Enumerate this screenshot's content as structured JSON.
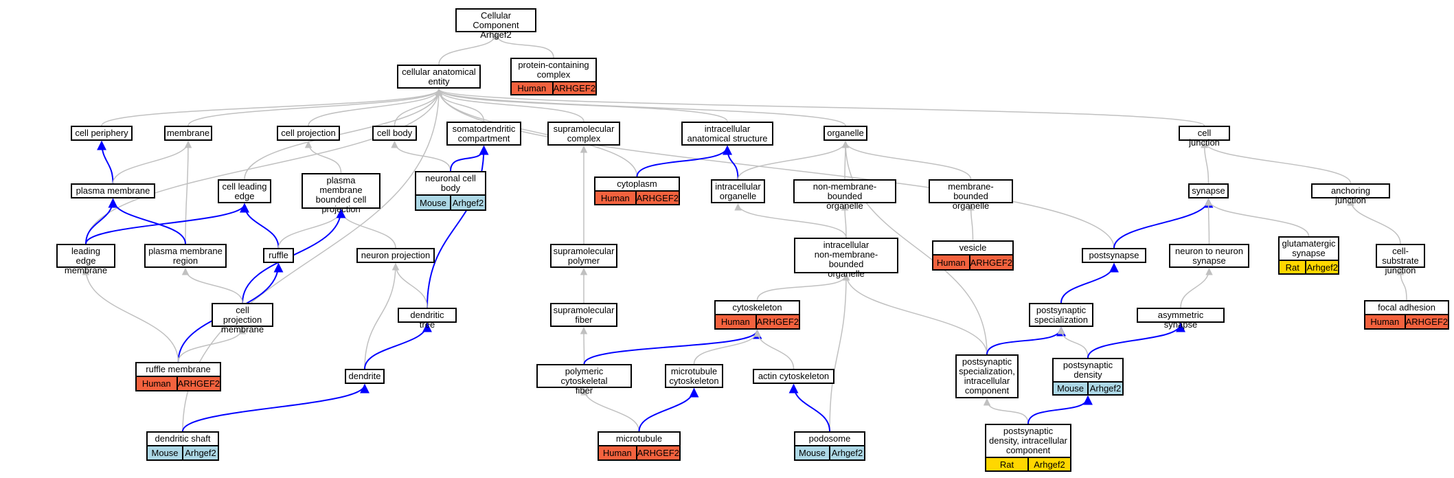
{
  "nodes": {
    "root": {
      "label": "Cellular Component\nArhgef2"
    },
    "protein_complex": {
      "label": "protein-containing\ncomplex",
      "tags": [
        {
          "species": "Human",
          "gene": "ARHGEF2"
        }
      ]
    },
    "cae": {
      "label": "cellular anatomical\nentity"
    },
    "cell_periphery": {
      "label": "cell periphery"
    },
    "membrane": {
      "label": "membrane"
    },
    "cell_projection": {
      "label": "cell projection"
    },
    "cell_body": {
      "label": "cell body"
    },
    "somatodendritic": {
      "label": "somatodendritic\ncompartment"
    },
    "supramolecular_complex": {
      "label": "supramolecular\ncomplex"
    },
    "intracellular_struct": {
      "label": "intracellular\nanatomical structure"
    },
    "organelle": {
      "label": "organelle"
    },
    "cell_junction": {
      "label": "cell junction"
    },
    "plasma_membrane": {
      "label": "plasma membrane"
    },
    "cell_leading_edge": {
      "label": "cell leading\nedge"
    },
    "pm_bounded_proj": {
      "label": "plasma membrane\nbounded cell\nprojection"
    },
    "neuronal_cell_body": {
      "label": "neuronal cell\nbody",
      "tags": [
        {
          "species": "Mouse",
          "gene": "Arhgef2"
        }
      ]
    },
    "cytoplasm": {
      "label": "cytoplasm",
      "tags": [
        {
          "species": "Human",
          "gene": "ARHGEF2"
        }
      ]
    },
    "intracellular_organelle": {
      "label": "intracellular\norganelle"
    },
    "non_membrane_bounded_organelle": {
      "label": "non-membrane-bounded\norganelle"
    },
    "membrane_bounded_organelle": {
      "label": "membrane-bounded\norganelle"
    },
    "synapse": {
      "label": "synapse"
    },
    "anchoring_junction": {
      "label": "anchoring junction"
    },
    "leading_edge_membrane": {
      "label": "leading edge\nmembrane"
    },
    "pm_region": {
      "label": "plasma membrane\nregion"
    },
    "ruffle": {
      "label": "ruffle"
    },
    "neuron_projection": {
      "label": "neuron projection"
    },
    "supramolecular_polymer": {
      "label": "supramolecular\npolymer"
    },
    "intracellular_nmbo": {
      "label": "intracellular\nnon-membrane-bounded\norganelle"
    },
    "vesicle": {
      "label": "vesicle",
      "tags": [
        {
          "species": "Human",
          "gene": "ARHGEF2"
        }
      ]
    },
    "postsynapse": {
      "label": "postsynapse"
    },
    "neuron_to_neuron": {
      "label": "neuron to neuron\nsynapse"
    },
    "glutamatergic": {
      "label": "glutamatergic\nsynapse",
      "tags": [
        {
          "species": "Rat",
          "gene": "Arhgef2"
        }
      ]
    },
    "cell_substrate_junction": {
      "label": "cell-substrate\njunction"
    },
    "cell_projection_membrane": {
      "label": "cell projection\nmembrane"
    },
    "dendritic_tree": {
      "label": "dendritic tree"
    },
    "supramolecular_fiber": {
      "label": "supramolecular\nfiber"
    },
    "cytoskeleton": {
      "label": "cytoskeleton",
      "tags": [
        {
          "species": "Human",
          "gene": "ARHGEF2"
        }
      ]
    },
    "postsynaptic_spec": {
      "label": "postsynaptic\nspecialization"
    },
    "asymmetric_synapse": {
      "label": "asymmetric synapse"
    },
    "focal_adhesion": {
      "label": "focal adhesion",
      "tags": [
        {
          "species": "Human",
          "gene": "ARHGEF2"
        }
      ]
    },
    "ruffle_membrane": {
      "label": "ruffle membrane",
      "tags": [
        {
          "species": "Human",
          "gene": "ARHGEF2"
        }
      ]
    },
    "dendrite": {
      "label": "dendrite"
    },
    "polymeric_cytoskeletal_fiber": {
      "label": "polymeric cytoskeletal\nfiber"
    },
    "microtubule_cytoskeleton": {
      "label": "microtubule\ncytoskeleton"
    },
    "actin_cytoskeleton": {
      "label": "actin cytoskeleton"
    },
    "psd_intracellular_component": {
      "label": "postsynaptic\nspecialization,\nintracellular\ncomponent"
    },
    "postsynaptic_density": {
      "label": "postsynaptic\ndensity",
      "tags": [
        {
          "species": "Mouse",
          "gene": "Arhgef2"
        }
      ]
    },
    "dendritic_shaft": {
      "label": "dendritic shaft",
      "tags": [
        {
          "species": "Mouse",
          "gene": "Arhgef2"
        }
      ]
    },
    "microtubule": {
      "label": "microtubule",
      "tags": [
        {
          "species": "Human",
          "gene": "ARHGEF2"
        }
      ]
    },
    "podosome": {
      "label": "podosome",
      "tags": [
        {
          "species": "Mouse",
          "gene": "Arhgef2"
        }
      ]
    },
    "psd_intracellular": {
      "label": "postsynaptic\ndensity, intracellular\ncomponent",
      "tags": [
        {
          "species": "Rat",
          "gene": "Arhgef2"
        }
      ]
    }
  },
  "edges": [
    {
      "from": "protein_complex",
      "to": "root",
      "type": "is_a"
    },
    {
      "from": "cae",
      "to": "root",
      "type": "is_a"
    },
    {
      "from": "cell_periphery",
      "to": "cae",
      "type": "is_a"
    },
    {
      "from": "membrane",
      "to": "cae",
      "type": "is_a"
    },
    {
      "from": "cell_projection",
      "to": "cae",
      "type": "is_a"
    },
    {
      "from": "cell_body",
      "to": "cae",
      "type": "is_a"
    },
    {
      "from": "somatodendritic",
      "to": "cae",
      "type": "is_a"
    },
    {
      "from": "supramolecular_complex",
      "to": "cae",
      "type": "is_a"
    },
    {
      "from": "intracellular_struct",
      "to": "cae",
      "type": "is_a"
    },
    {
      "from": "organelle",
      "to": "cae",
      "type": "is_a"
    },
    {
      "from": "cell_junction",
      "to": "cae",
      "type": "is_a"
    },
    {
      "from": "cytoplasm",
      "to": "cae",
      "type": "is_a"
    },
    {
      "from": "postsynapse",
      "to": "cae",
      "type": "is_a"
    },
    {
      "from": "cell_leading_edge",
      "to": "cae",
      "type": "is_a"
    },
    {
      "from": "leading_edge_membrane",
      "to": "cae",
      "type": "is_a"
    },
    {
      "from": "dendritic_shaft",
      "to": "cae",
      "type": "is_a"
    },
    {
      "from": "plasma_membrane",
      "to": "cell_periphery",
      "type": "part_of"
    },
    {
      "from": "plasma_membrane",
      "to": "membrane",
      "type": "is_a"
    },
    {
      "from": "pm_region",
      "to": "membrane",
      "type": "is_a"
    },
    {
      "from": "pm_bounded_proj",
      "to": "cell_projection",
      "type": "is_a"
    },
    {
      "from": "neuronal_cell_body",
      "to": "cell_body",
      "type": "is_a"
    },
    {
      "from": "neuronal_cell_body",
      "to": "somatodendritic",
      "type": "part_of"
    },
    {
      "from": "supramolecular_polymer",
      "to": "supramolecular_complex",
      "type": "is_a"
    },
    {
      "from": "cytoplasm",
      "to": "intracellular_struct",
      "type": "part_of"
    },
    {
      "from": "intracellular_organelle",
      "to": "intracellular_struct",
      "type": "part_of"
    },
    {
      "from": "intracellular_organelle",
      "to": "organelle",
      "type": "is_a"
    },
    {
      "from": "non_membrane_bounded_organelle",
      "to": "organelle",
      "type": "is_a"
    },
    {
      "from": "membrane_bounded_organelle",
      "to": "organelle",
      "type": "is_a"
    },
    {
      "from": "psd_intracellular_component",
      "to": "organelle",
      "type": "is_a"
    },
    {
      "from": "synapse",
      "to": "cell_junction",
      "type": "is_a"
    },
    {
      "from": "anchoring_junction",
      "to": "cell_junction",
      "type": "is_a"
    },
    {
      "from": "leading_edge_membrane",
      "to": "plasma_membrane",
      "type": "part_of"
    },
    {
      "from": "pm_region",
      "to": "plasma_membrane",
      "type": "part_of"
    },
    {
      "from": "leading_edge_membrane",
      "to": "cell_leading_edge",
      "type": "part_of"
    },
    {
      "from": "ruffle",
      "to": "cell_leading_edge",
      "type": "part_of"
    },
    {
      "from": "ruffle",
      "to": "pm_bounded_proj",
      "type": "is_a"
    },
    {
      "from": "neuron_projection",
      "to": "pm_bounded_proj",
      "type": "is_a"
    },
    {
      "from": "cell_projection_membrane",
      "to": "pm_bounded_proj",
      "type": "part_of"
    },
    {
      "from": "dendritic_tree",
      "to": "somatodendritic",
      "type": "part_of"
    },
    {
      "from": "intracellular_nmbo",
      "to": "intracellular_organelle",
      "type": "is_a"
    },
    {
      "from": "intracellular_nmbo",
      "to": "non_membrane_bounded_organelle",
      "type": "is_a"
    },
    {
      "from": "vesicle",
      "to": "membrane_bounded_organelle",
      "type": "is_a"
    },
    {
      "from": "postsynapse",
      "to": "synapse",
      "type": "part_of"
    },
    {
      "from": "neuron_to_neuron",
      "to": "synapse",
      "type": "is_a"
    },
    {
      "from": "glutamatergic",
      "to": "synapse",
      "type": "is_a"
    },
    {
      "from": "cell_substrate_junction",
      "to": "anchoring_junction",
      "type": "is_a"
    },
    {
      "from": "cell_projection_membrane",
      "to": "pm_region",
      "type": "is_a"
    },
    {
      "from": "ruffle_membrane",
      "to": "ruffle",
      "type": "part_of"
    },
    {
      "from": "ruffle_membrane",
      "to": "leading_edge_membrane",
      "type": "is_a"
    },
    {
      "from": "ruffle_membrane",
      "to": "cell_projection_membrane",
      "type": "is_a"
    },
    {
      "from": "dendrite",
      "to": "neuron_projection",
      "type": "is_a"
    },
    {
      "from": "dendritic_tree",
      "to": "neuron_projection",
      "type": "is_a"
    },
    {
      "from": "supramolecular_fiber",
      "to": "supramolecular_polymer",
      "type": "is_a"
    },
    {
      "from": "cytoskeleton",
      "to": "intracellular_nmbo",
      "type": "is_a"
    },
    {
      "from": "psd_intracellular_component",
      "to": "intracellular_nmbo",
      "type": "is_a"
    },
    {
      "from": "podosome",
      "to": "intracellular_nmbo",
      "type": "is_a"
    },
    {
      "from": "postsynaptic_spec",
      "to": "postsynapse",
      "type": "part_of"
    },
    {
      "from": "asymmetric_synapse",
      "to": "neuron_to_neuron",
      "type": "is_a"
    },
    {
      "from": "focal_adhesion",
      "to": "cell_substrate_junction",
      "type": "is_a"
    },
    {
      "from": "dendrite",
      "to": "dendritic_tree",
      "type": "part_of"
    },
    {
      "from": "polymeric_cytoskeletal_fiber",
      "to": "supramolecular_fiber",
      "type": "is_a"
    },
    {
      "from": "polymeric_cytoskeletal_fiber",
      "to": "cytoskeleton",
      "type": "part_of"
    },
    {
      "from": "microtubule_cytoskeleton",
      "to": "cytoskeleton",
      "type": "is_a"
    },
    {
      "from": "actin_cytoskeleton",
      "to": "cytoskeleton",
      "type": "is_a"
    },
    {
      "from": "psd_intracellular_component",
      "to": "postsynaptic_spec",
      "type": "part_of"
    },
    {
      "from": "postsynaptic_density",
      "to": "postsynaptic_spec",
      "type": "is_a"
    },
    {
      "from": "postsynaptic_density",
      "to": "asymmetric_synapse",
      "type": "part_of"
    },
    {
      "from": "dendritic_shaft",
      "to": "dendrite",
      "type": "part_of"
    },
    {
      "from": "microtubule",
      "to": "polymeric_cytoskeletal_fiber",
      "type": "is_a"
    },
    {
      "from": "microtubule",
      "to": "microtubule_cytoskeleton",
      "type": "part_of"
    },
    {
      "from": "podosome",
      "to": "actin_cytoskeleton",
      "type": "part_of"
    },
    {
      "from": "psd_intracellular",
      "to": "psd_intracellular_component",
      "type": "is_a"
    },
    {
      "from": "psd_intracellular",
      "to": "postsynaptic_density",
      "type": "part_of"
    }
  ],
  "colors": {
    "is_a": "#c0c0c0",
    "part_of": "#0000ff",
    "Human": "#f4623e",
    "Mouse": "#add8e6",
    "Rat": "#ffd700"
  }
}
